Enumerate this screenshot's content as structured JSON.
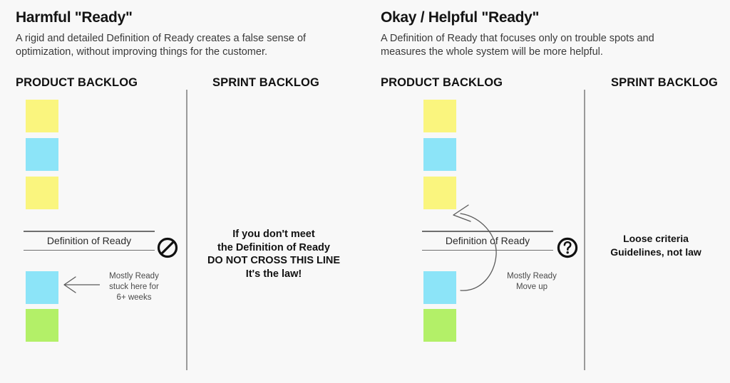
{
  "theme": {
    "background": "#f8f8f8",
    "note_yellow": "#faf57e",
    "note_blue": "#8ce4f8",
    "note_green": "#b3f068",
    "divider": "#9a9a9a",
    "rule": "#6f6f6f",
    "text_dark": "#141414",
    "text_muted": "#4a4a4a"
  },
  "panels": [
    {
      "id": "harmful",
      "title": "Harmful \"Ready\"",
      "description": "A rigid and detailed Definition of Ready creates a false sense of optimization, without improving things for the customer.",
      "product_backlog_header": "PRODUCT BACKLOG",
      "sprint_backlog_header": "SPRINT BACKLOG",
      "notes": [
        {
          "name": "note-1",
          "color": "#faf57e",
          "tone": "yellow"
        },
        {
          "name": "note-2",
          "color": "#8ce4f8",
          "tone": "blue"
        },
        {
          "name": "note-3",
          "color": "#faf57e",
          "tone": "yellow"
        },
        {
          "name": "note-4",
          "color": "#8ce4f8",
          "tone": "blue"
        },
        {
          "name": "note-5",
          "color": "#b3f068",
          "tone": "green"
        }
      ],
      "definition_of_ready_label": "Definition of Ready",
      "status_icon": "prohibition-icon",
      "annotation": "Mostly Ready\nstuck here for\n6+ weeks",
      "arrow": "straight-left-arrow",
      "sprint_message": "If you don't meet\nthe Definition of Ready\nDO NOT CROSS THIS LINE\nIt's the law!"
    },
    {
      "id": "okay-helpful",
      "title": "Okay / Helpful \"Ready\"",
      "description": "A Definition of Ready that focuses only on trouble spots and measures the whole system will be more helpful.",
      "product_backlog_header": "PRODUCT BACKLOG",
      "sprint_backlog_header": "SPRINT BACKLOG",
      "notes": [
        {
          "name": "note-1",
          "color": "#faf57e",
          "tone": "yellow"
        },
        {
          "name": "note-2",
          "color": "#8ce4f8",
          "tone": "blue"
        },
        {
          "name": "note-3",
          "color": "#faf57e",
          "tone": "yellow"
        },
        {
          "name": "note-4",
          "color": "#8ce4f8",
          "tone": "blue"
        },
        {
          "name": "note-5",
          "color": "#b3f068",
          "tone": "green"
        }
      ],
      "definition_of_ready_label": "Definition of Ready",
      "status_icon": "question-mark-icon",
      "annotation": "Mostly Ready\nMove up",
      "arrow": "curved-up-arrow",
      "sprint_message": "Loose criteria\nGuidelines, not law"
    }
  ]
}
